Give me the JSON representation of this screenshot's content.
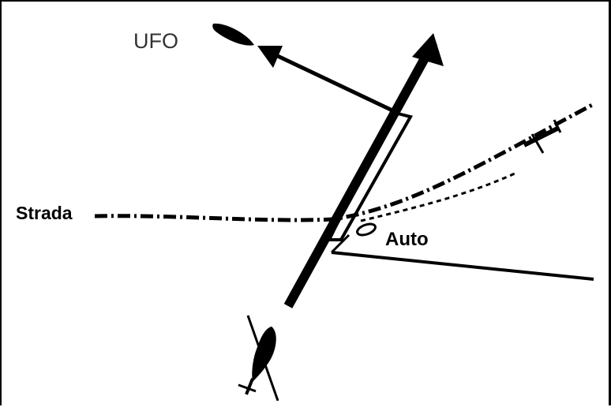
{
  "labels": {
    "ufo": "UFO",
    "road": "Strada",
    "car": "Auto"
  },
  "colors": {
    "ink": "#000000",
    "background": "#ffffff"
  }
}
